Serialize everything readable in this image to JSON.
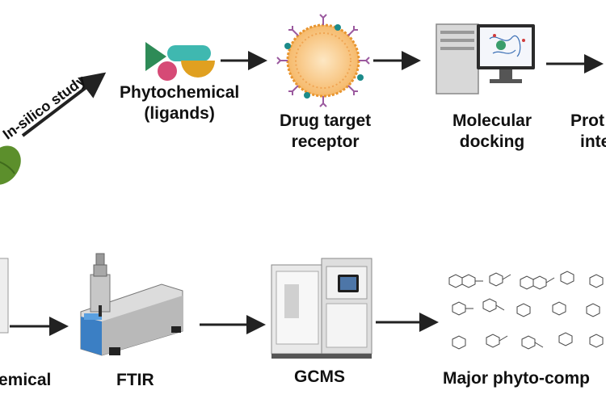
{
  "diagram": {
    "insilico_label": "In-silico study",
    "top_row": {
      "phytochemical": [
        "Phytochemical",
        "(ligands)"
      ],
      "drug_target": [
        "Drug target",
        "receptor"
      ],
      "molecular_docking": [
        "Molecular",
        "docking"
      ],
      "protein_interaction_partial": [
        "Prot",
        "inte"
      ]
    },
    "bottom_row": {
      "phytochemical_partial": "emical",
      "ftir": "FTIR",
      "gcms": "GCMS",
      "major_compounds_partial": "Major phyto-comp"
    },
    "colors": {
      "arrow": "#222222",
      "shape_green": "#2e8b57",
      "shape_teal": "#3fb8b0",
      "shape_pink": "#d64a76",
      "shape_orange": "#e0a020",
      "receptor_orange": "#f3a64a",
      "receptor_purple": "#9b5a9f",
      "leaf": "#5c8f2c",
      "ftir_blue": "#3b7fc4"
    }
  }
}
